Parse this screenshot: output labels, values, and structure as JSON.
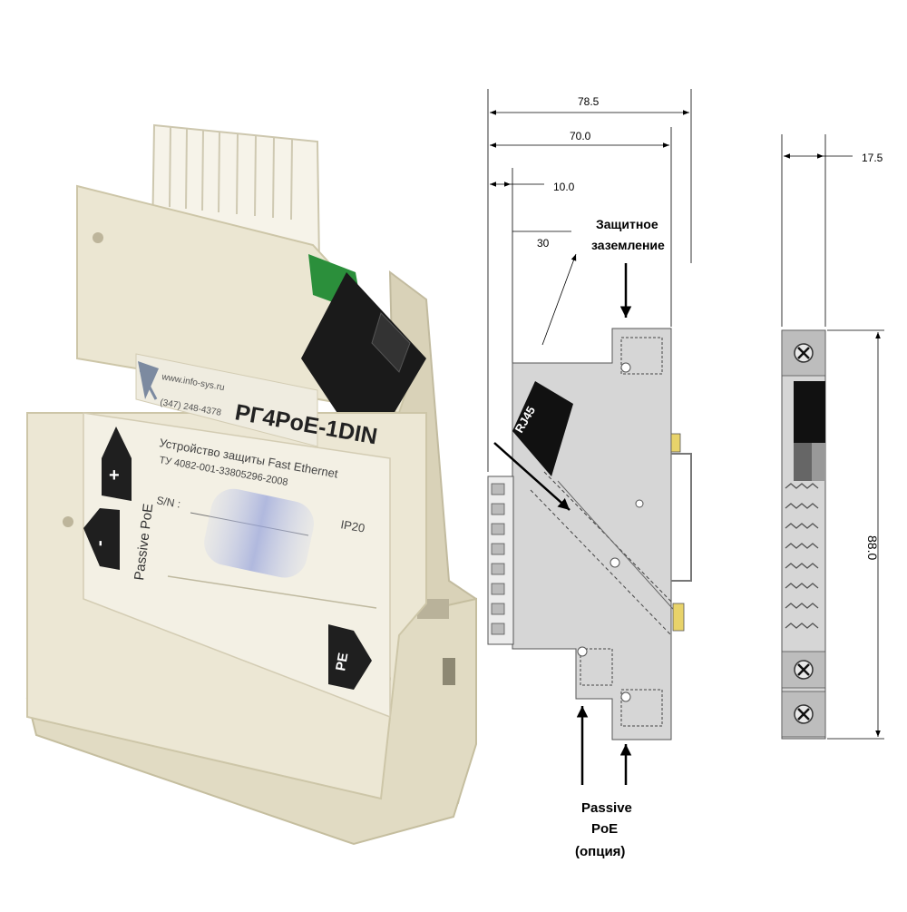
{
  "photo": {
    "model": "РГ4PoE-1DIN",
    "website": "www.info-sys.ru",
    "phone": "(347) 248-4378",
    "desc_line1": "Устройство     защиты     Fast   Ethernet",
    "desc_line2": "ТУ 4082-001-33805296-2008",
    "protection": "IP20",
    "serial_label": "S/N :",
    "plus": "+",
    "minus": "-",
    "poe_vertical": "Passive PoE",
    "pe": "PE"
  },
  "diagram": {
    "dim_total": "78.5",
    "dim_inner": "70.0",
    "dim_offset": "10.0",
    "dim_angle": "30",
    "dim_width": "17.5",
    "dim_height": "88.0",
    "rj45": "RJ45",
    "ground_label_1": "Защитное",
    "ground_label_2": "заземление",
    "poe_label_1": "Passive",
    "poe_label_2": "PoE",
    "poe_label_3": "(опция)"
  },
  "colors": {
    "housing": "#e9e4cf",
    "housing_shadow": "#cfc8ad",
    "label_panel": "#f1eee2",
    "connector_black": "#1a1a1a",
    "drawing_gray": "#d6d6d6",
    "terminal_white": "#f4f1e6"
  },
  "icons": [
    "plus-arrow-icon",
    "minus-arrow-icon",
    "pe-arrow-icon",
    "screw-icon",
    "logo-icon"
  ]
}
